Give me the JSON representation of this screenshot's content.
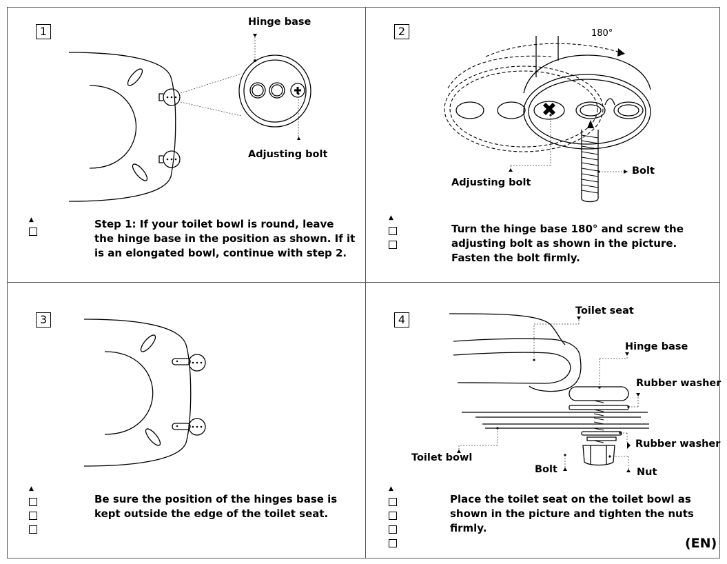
{
  "steps": [
    {
      "number": "1",
      "caption": "Step 1: If your toilet bowl is round, leave the hinge base in the position as shown. If it is an elongated bowl, continue with step 2.",
      "labels": {
        "hinge_base": "Hinge base",
        "adjusting_bolt": "Adjusting bolt"
      }
    },
    {
      "number": "2",
      "caption": "Turn the hinge base 180° and screw the adjusting bolt as shown in the picture. Fasten the bolt firmly.",
      "labels": {
        "rotation": "180°",
        "adjusting_bolt": "Adjusting bolt",
        "bolt": "Bolt"
      }
    },
    {
      "number": "3",
      "caption": "Be sure the position of the hinges base is kept outside the edge of the toilet seat.",
      "labels": {}
    },
    {
      "number": "4",
      "caption": "Place the toilet seat on the toilet bowl as shown in the picture and tighten the nuts firmly.",
      "labels": {
        "toilet_seat": "Toilet seat",
        "hinge_base": "Hinge base",
        "rubber_washer_top": "Rubber washer",
        "toilet_bowl": "Toilet bowl",
        "rubber_washer_bottom": "Rubber washer",
        "bolt": "Bolt",
        "nut": "Nut"
      }
    }
  ],
  "language_code": "(EN)"
}
